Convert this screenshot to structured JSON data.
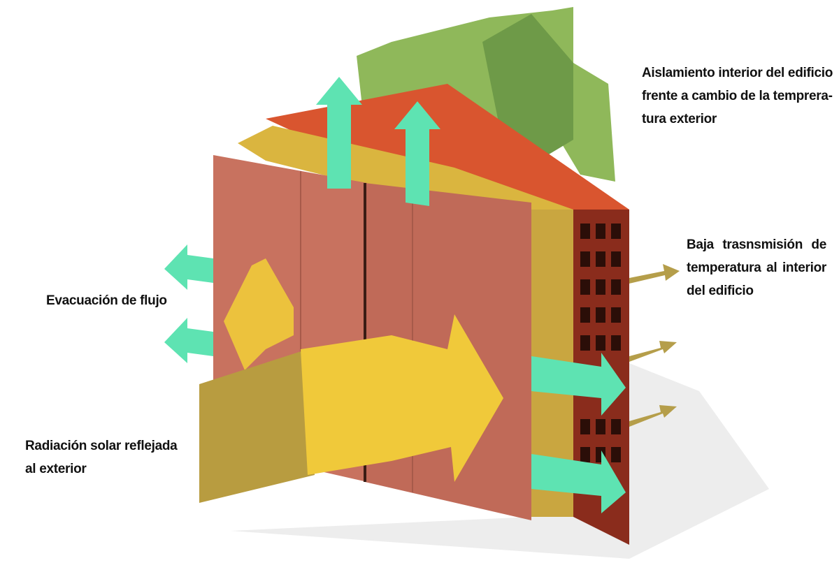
{
  "labels": {
    "top_right": [
      "Aislamiento interior del edificio",
      "frente a cambio de la temprera-",
      "tura exterior"
    ],
    "right": [
      "Baja trasnsmisión de",
      "temperatura al interior",
      "del edificio"
    ],
    "left": "Evacuación de flujo",
    "bottom_left": [
      "Radiación solar reflejada",
      "al exterior"
    ]
  },
  "colors": {
    "terracotta": "#c8725f",
    "brick": "#d9552f",
    "insulation": "#d9b43c",
    "mint_arrow": "#5ee3b2",
    "yellow_arrow": "#f0c93a",
    "green_arrow": "#8db65a",
    "olive_arrow": "#b59e4a"
  }
}
